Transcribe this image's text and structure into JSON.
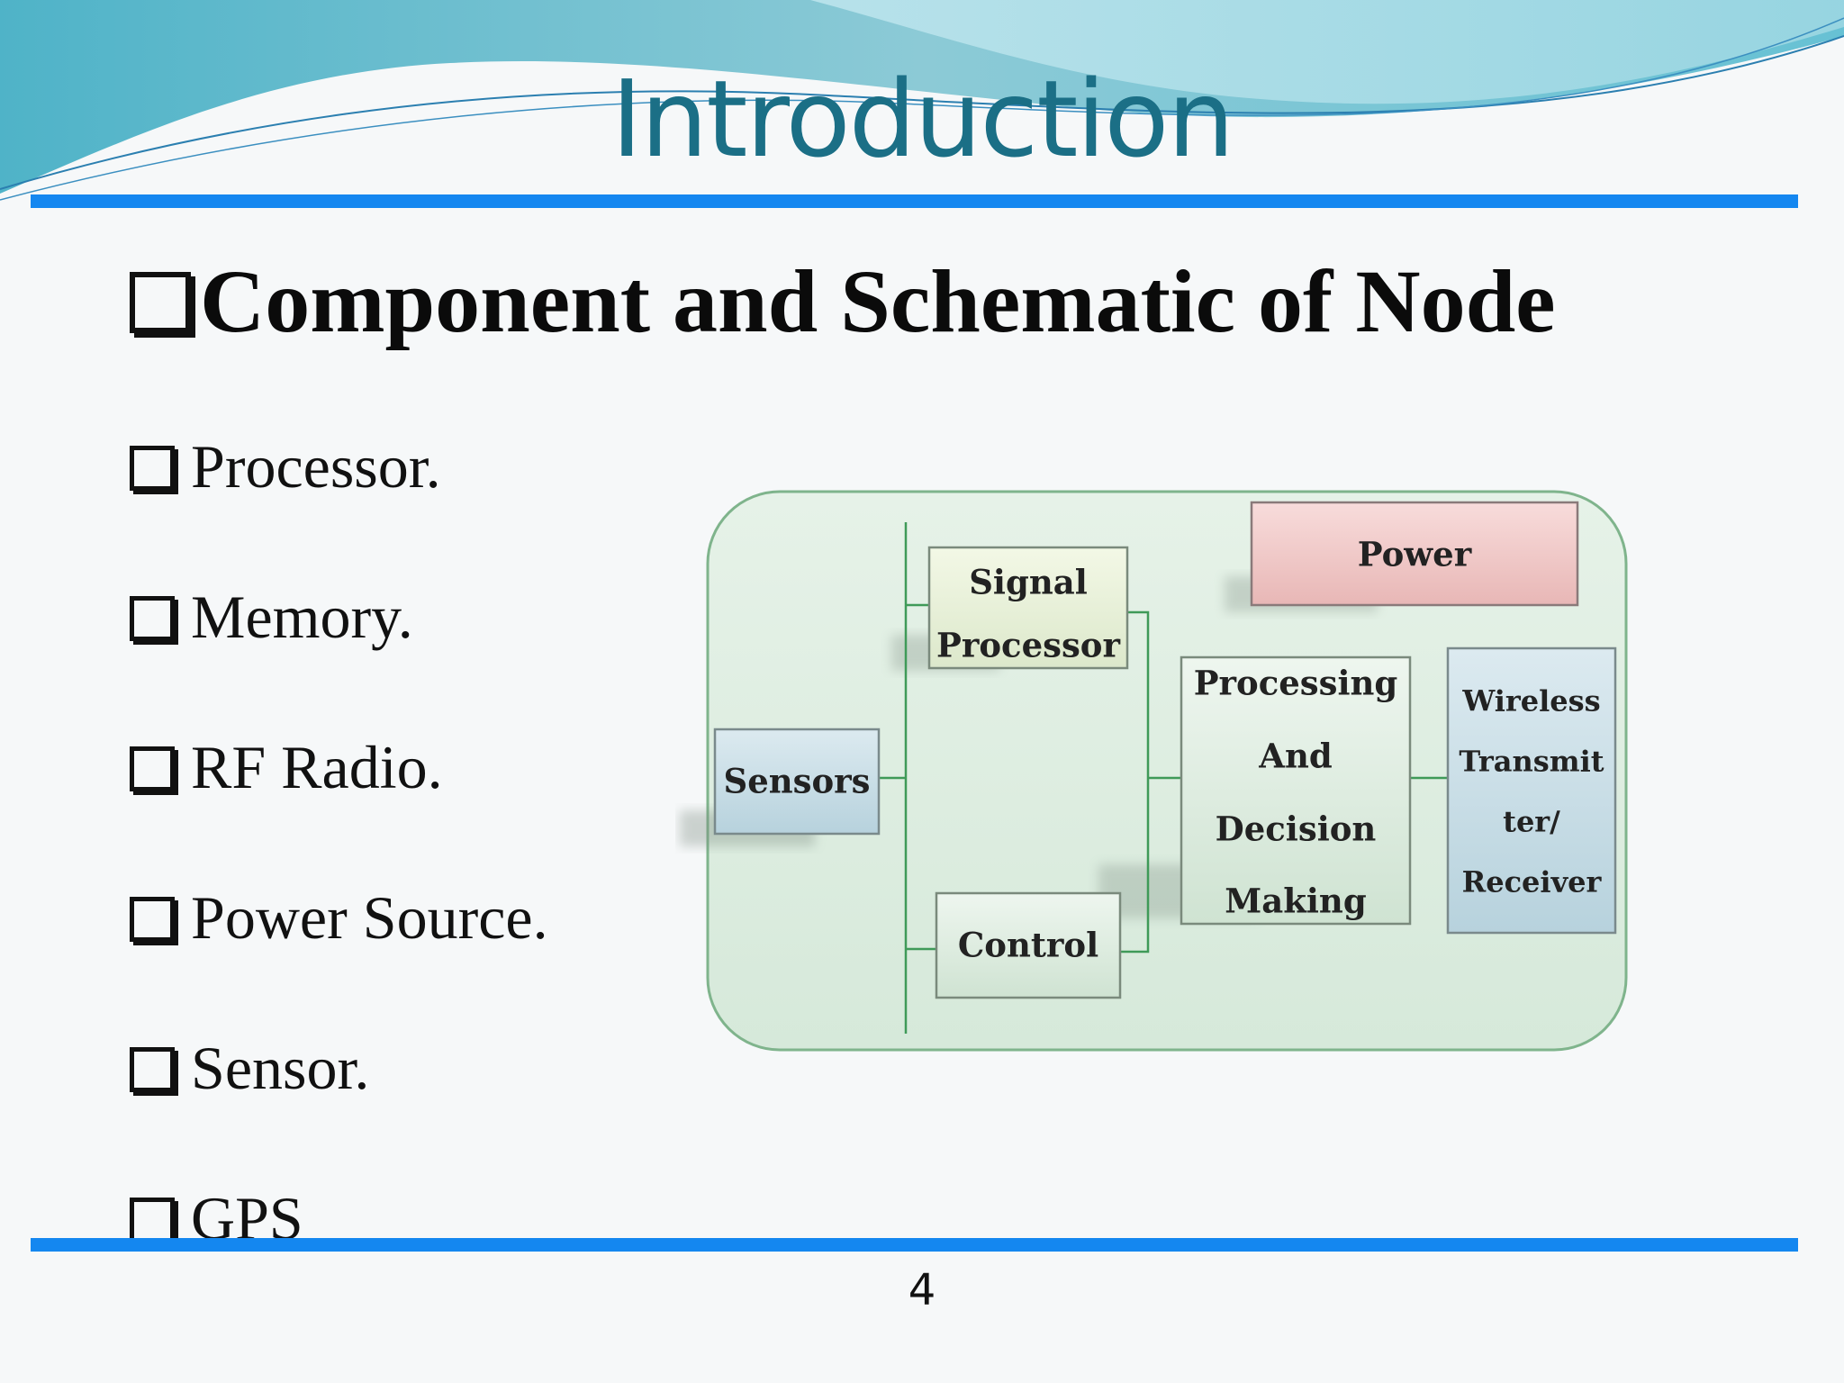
{
  "slide": {
    "title": "Introduction",
    "heading": "Component and Schematic of Node",
    "bullets": [
      "Processor.",
      "Memory.",
      "RF Radio.",
      "Power Source.",
      "Sensor.",
      "GPS"
    ],
    "page_number": "4"
  },
  "diagram": {
    "sensors": "Sensors",
    "signal_processor": [
      "Signal",
      "Processor"
    ],
    "control": "Control",
    "power": "Power",
    "processing": [
      "Processing",
      "And",
      "Decision",
      "Making"
    ],
    "wireless": [
      "Wireless",
      "Transmit",
      "ter/",
      "Receiver"
    ]
  },
  "colors": {
    "title": "#1b6f86",
    "rule": "#1487f0",
    "diagram_bg": "#dfeee2",
    "connector": "#3f9a58",
    "power_fill": "#f2c9c8",
    "sensors_fill": "#c5dde6",
    "wireless_fill": "#d1e0ea"
  }
}
